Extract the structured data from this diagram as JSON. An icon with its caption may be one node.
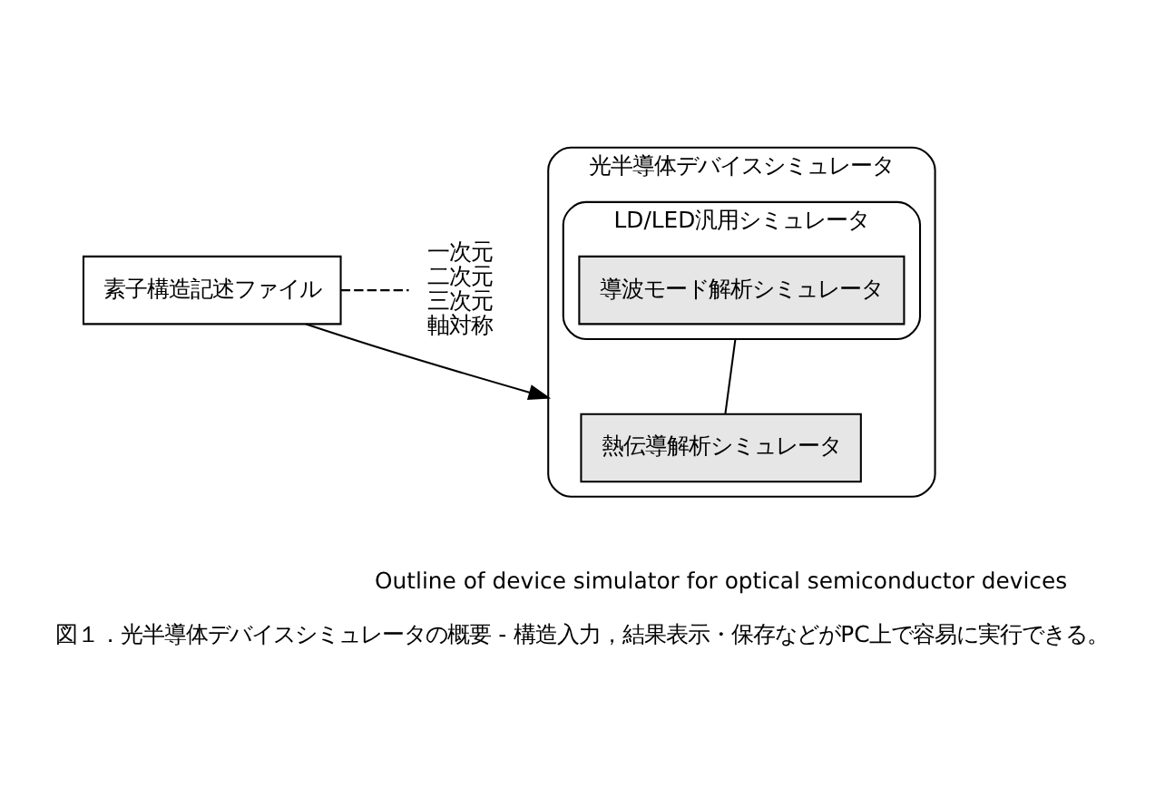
{
  "diagram": {
    "caption": "図１．光半導体デバイスシミュレータの概要 - 構造入力，結果表示・保存などがPC上で容易に実行できる。",
    "nodes": [
      {
        "text": [
          "素子構造記述ファイル"
        ]
      },
      {
        "text": [
          "一次元",
          "二次元",
          "三次元",
          "軸対称"
        ]
      },
      {
        "text": [
          "光半導体デバイスシミュレータ"
        ]
      },
      {
        "text": [
          "LD/LED汎用シミュレータ"
        ],
        "in": 2
      },
      {
        "text": [
          "導波モード解析シミュレータ"
        ],
        "in": 3
      },
      {
        "text": [
          "熱伝導解析シミュレータ"
        ],
        "in": 2
      }
    ],
    "edges": [
      {
        "from": 0,
        "to": 1,
        "arrow": "none",
        "style": "dashed"
      },
      {
        "from": 0,
        "to": 2,
        "arrow": "to"
      },
      {
        "from": 3,
        "to": 5,
        "arrow": "none"
      }
    ],
    "labels": [
      "Outline of device simulator for optical semiconductor devices"
    ]
  }
}
